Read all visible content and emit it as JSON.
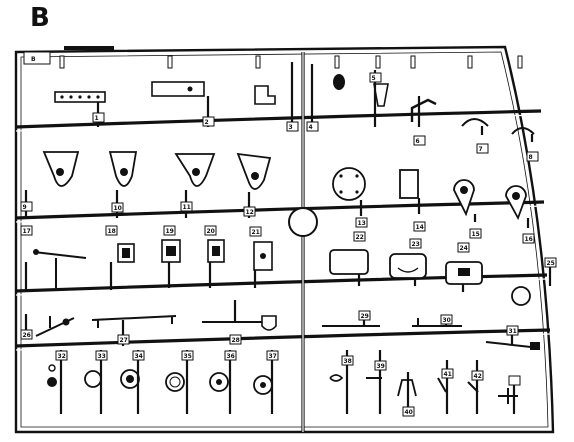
{
  "sheet_letter": "B",
  "frame_tag": "B",
  "part_numbers": [
    "1",
    "2",
    "3",
    "4",
    "5",
    "6",
    "7",
    "8",
    "9",
    "10",
    "11",
    "12",
    "13",
    "14",
    "15",
    "16",
    "17",
    "18",
    "19",
    "20",
    "21",
    "22",
    "23",
    "24",
    "25",
    "26",
    "27",
    "28",
    "29",
    "30",
    "31",
    "32",
    "33",
    "34",
    "35",
    "36",
    "37",
    "38",
    "39",
    "40",
    "41",
    "42"
  ],
  "colors": {
    "ink": "#111111",
    "paper": "#ffffff",
    "shade": "#d8d8d8"
  }
}
